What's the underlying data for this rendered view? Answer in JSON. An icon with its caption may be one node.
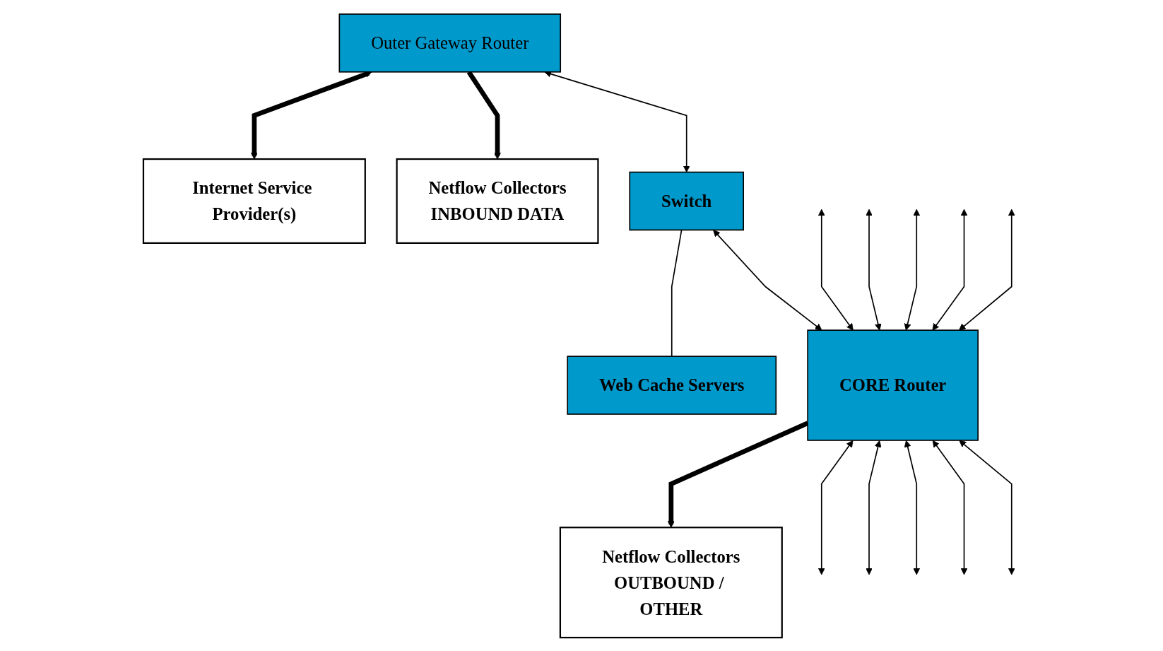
{
  "diagram": {
    "nodes": [
      {
        "text": [
          "Outer Gateway Router"
        ]
      },
      {
        "text": [
          "Internet Service Provider(s)"
        ]
      },
      {
        "text": [
          "Switch"
        ]
      },
      {
        "text": [
          "Web Cache Servers"
        ]
      },
      {
        "text": [
          "CORE Router"
        ]
      },
      {
        "text": [
          "Netflow Collectors",
          "INBOUND DATA"
        ]
      },
      {
        "text": [
          "Netflow Collectors",
          "OUTBOUND / OTHER"
        ]
      }
    ],
    "edges": [
      {
        "from": 0,
        "to": 1,
        "arrow": "both",
        "style": "thick"
      },
      {
        "from": 0,
        "to": 5,
        "arrow": "to",
        "style": "thick"
      },
      {
        "from": 0,
        "to": 2,
        "arrow": "both"
      },
      {
        "from": 2,
        "to": 3,
        "arrow": "none"
      },
      {
        "from": 2,
        "to": 4,
        "arrow": "both"
      },
      {
        "from": 4,
        "to": 6,
        "arrow": "to",
        "style": "thick"
      },
      {
        "from": 4,
        "to": null,
        "arrow": "both"
      },
      {
        "from": 4,
        "to": null,
        "arrow": "both"
      },
      {
        "from": 4,
        "to": null,
        "arrow": "both"
      },
      {
        "from": 4,
        "to": null,
        "arrow": "both"
      },
      {
        "from": 4,
        "to": null,
        "arrow": "both"
      },
      {
        "from": 4,
        "to": null,
        "arrow": "both"
      },
      {
        "from": 4,
        "to": null,
        "arrow": "both"
      },
      {
        "from": 4,
        "to": null,
        "arrow": "both"
      },
      {
        "from": 4,
        "to": null,
        "arrow": "both"
      },
      {
        "from": 4,
        "to": null,
        "arrow": "both"
      }
    ]
  }
}
